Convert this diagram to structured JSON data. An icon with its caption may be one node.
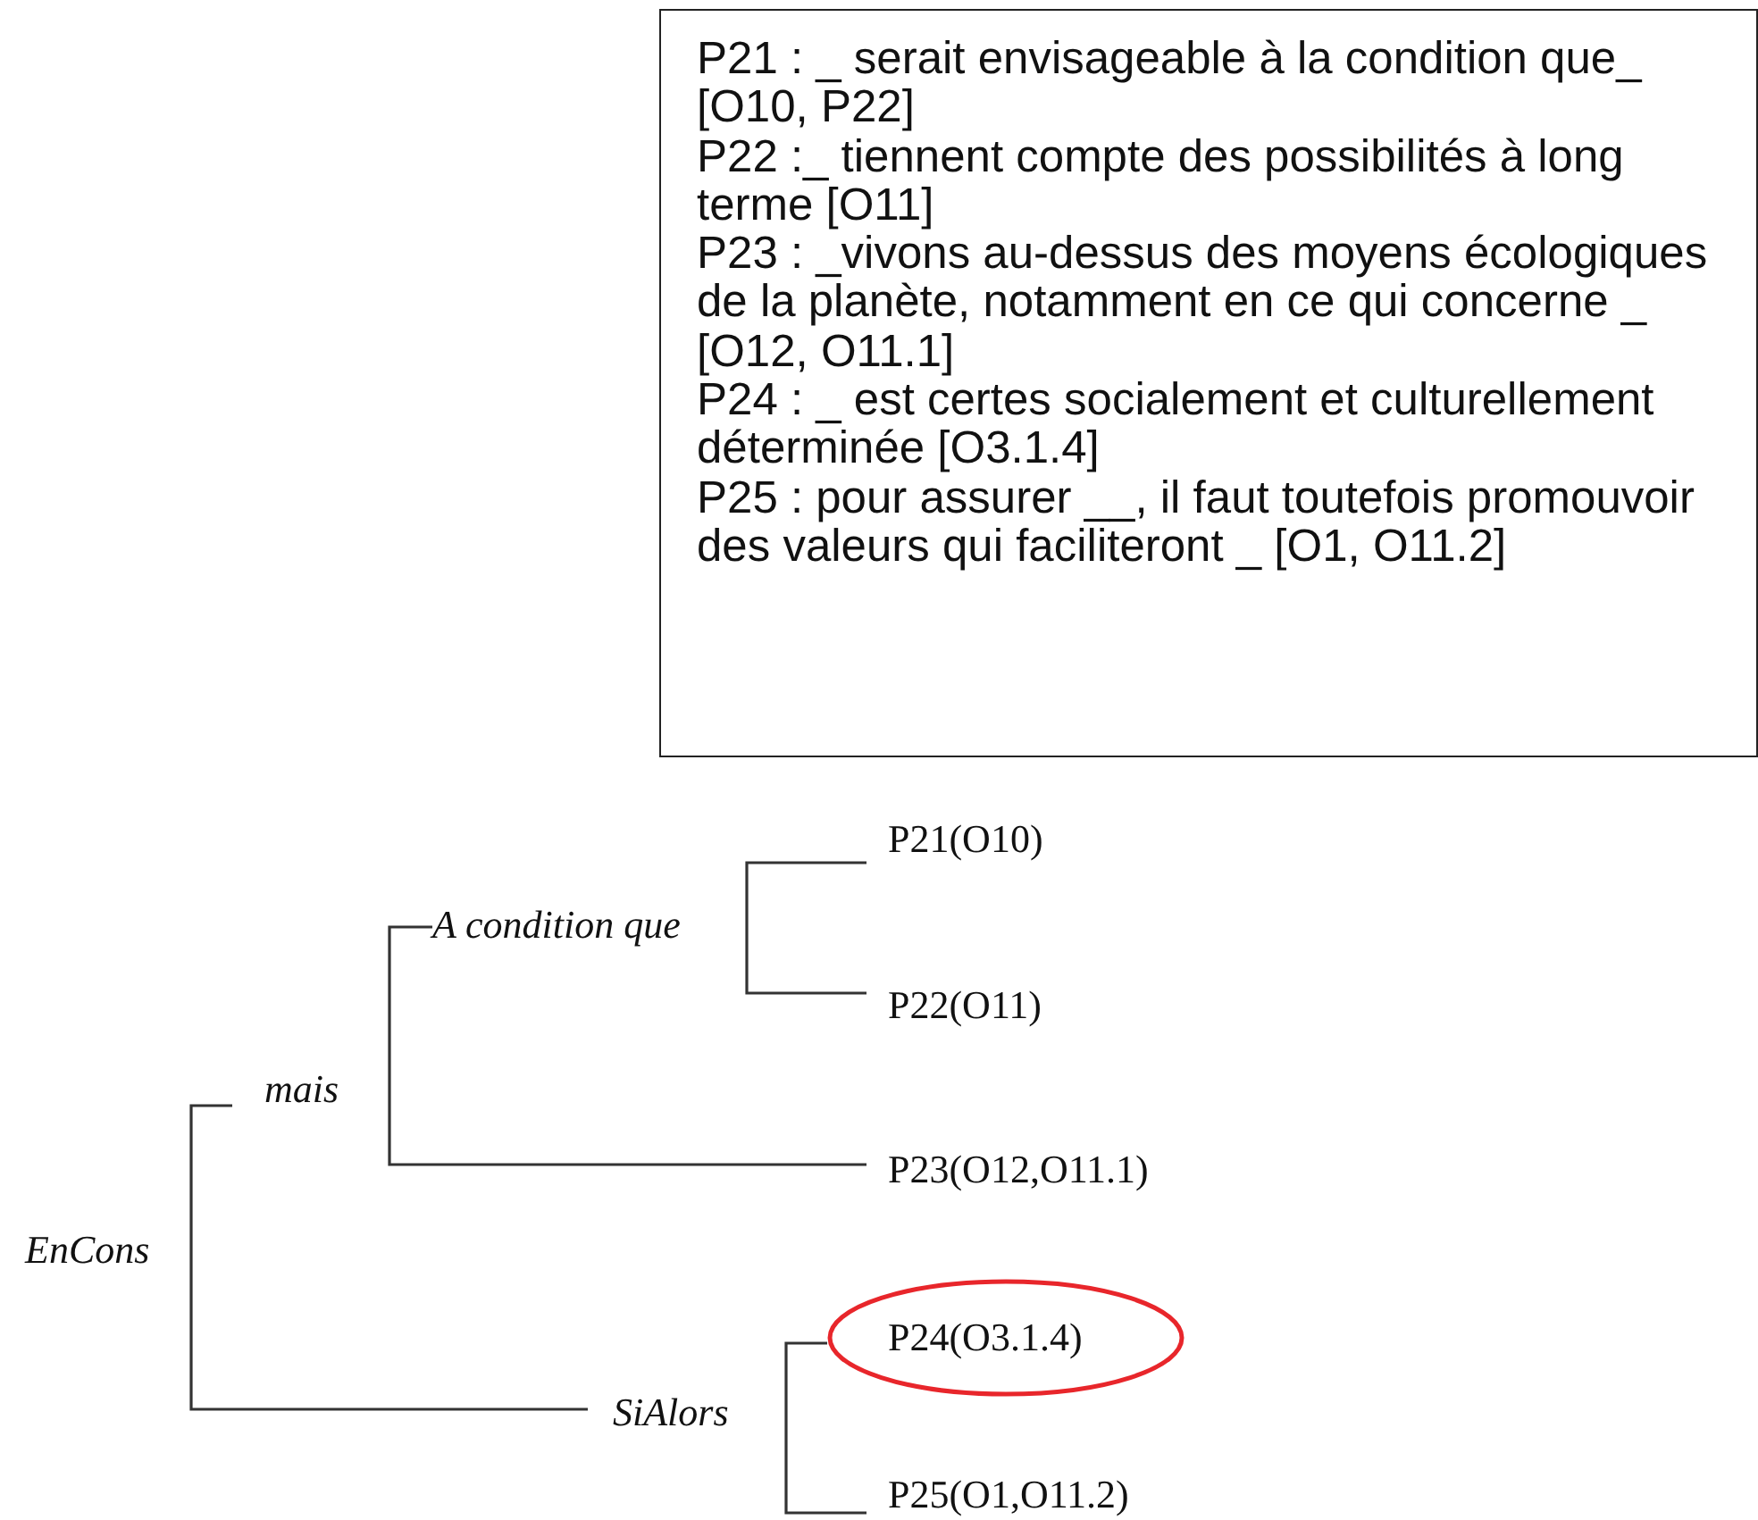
{
  "diagram": {
    "nodes": [
      {
        "text": [
          "P21 : _ serait envisageable à la condition que_ [O10, P22]",
          "P22 :_ tiennent compte des possibilités à long terme [O11]",
          "P23 : _vivons au-dessus des moyens écologiques de la planète, notamment en ce qui concerne _ [O12, O11.1]",
          "P24 : _ est certes socialement et culturellement déterminée [O3.1.4]",
          "P25 : pour assurer __, il faut toutefois promouvoir des valeurs qui faciliteront _ [O1, O11.2]"
        ]
      },
      {
        "text": [
          "EnCons"
        ]
      },
      {
        "text": [
          "mais"
        ]
      },
      {
        "text": [
          "A condition que"
        ]
      },
      {
        "text": [
          "P21(O10)"
        ]
      },
      {
        "text": [
          "P22(O11)"
        ]
      },
      {
        "text": [
          "P23(O12,O11.1)"
        ]
      },
      {
        "text": [
          "SiAlors"
        ]
      },
      {
        "text": [
          "P24(O3.1.4)"
        ]
      },
      {
        "text": [
          "P25(O1,O11.2)"
        ]
      }
    ],
    "edges": [
      {
        "from": 1,
        "to": 2,
        "arrow": "none"
      },
      {
        "from": 1,
        "to": 7,
        "arrow": "none"
      },
      {
        "from": 2,
        "to": 3,
        "arrow": "none"
      },
      {
        "from": 2,
        "to": 6,
        "arrow": "none"
      },
      {
        "from": 3,
        "to": 4,
        "arrow": "none"
      },
      {
        "from": 3,
        "to": 5,
        "arrow": "none"
      },
      {
        "from": 7,
        "to": 8,
        "arrow": "none"
      },
      {
        "from": 7,
        "to": 9,
        "arrow": "none"
      }
    ]
  }
}
